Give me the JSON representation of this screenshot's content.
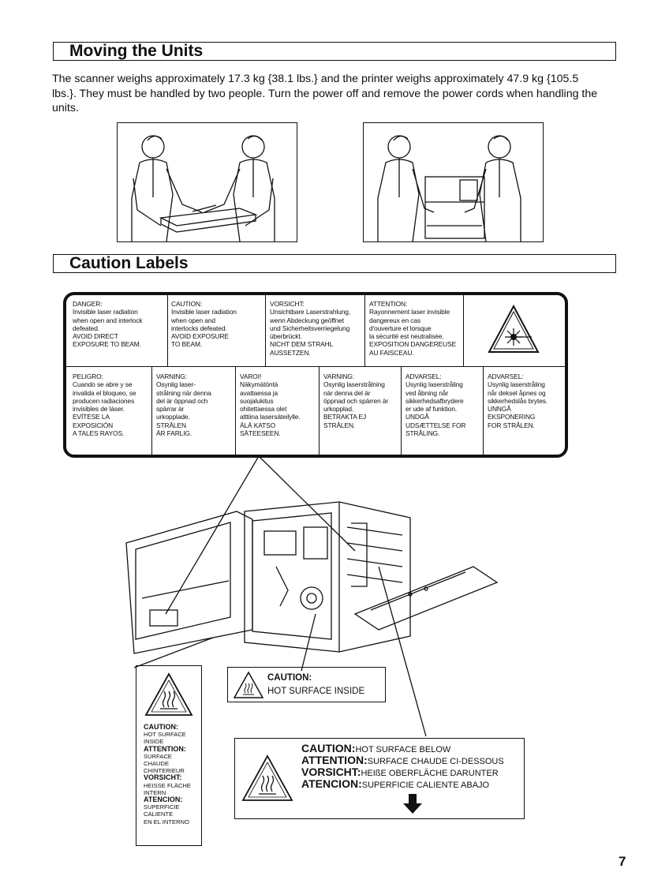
{
  "sections": {
    "moving_title": "Moving the Units",
    "moving_text": "The scanner weighs approximately 17.3 kg {38.1 lbs.} and the printer weighs approximately 47.9 kg {105.5 lbs.}. They must be handled by two people. Turn the power off and remove the power cords when handling the units.",
    "caution_title": "Caution Labels"
  },
  "laser_label": {
    "row1": [
      "DANGER:\nInvisible laser radiation\nwhen open and interlock\ndefeated.\nAVOID DIRECT\nEXPOSURE TO BEAM.",
      "CAUTION:\nInvisible laser radiation\nwhen open and\ninterlocks defeated.\nAVOID EXPOSURE\nTO BEAM.",
      "VORSICHT:\nUnsichtbare Laserstrahlung,\nwenn Abdeckung geöffnet\nund Sicherheitsverriegelung\nüberbrückt.\nNICHT DEM STRAHL\nAUSSETZEN.",
      "ATTENTION:\nRayonnement laser invisible\ndangereux en cas\nd'ouverture et lorsque\nla sécurité est neutralisée.\nEXPOSITION DANGEREUSE\nAU FAISCEAU."
    ],
    "row2": [
      "PELIGRO:\nCuando se abre y se\ninvalida el bloqueo, se\nproducen radiaciones\ninvisibles de láser.\nEVÍTESE LA\nEXPOSICIÓN\nA TALES RAYOS.",
      "VARNING:\nOsynlig laser-\nstrålning när denna\ndel är öppnad och\nspärrar är\nurkopplade.\nSTRÅLEN\nÄR FARLIG.",
      "VAROI!\nNäkymätöntä\navattaessa ja\nsuojalukitus\nohitettaessa olet\nalttiina lasersäteilylle.\nÄLÄ KATSO\nSÄTEESEEN.",
      "VARNING:\nOsynlig laserstrålning\nnär denna del är\nöppnad och spärren är\nurkopplad.\nBETRAKTA EJ\nSTRÅLEN.",
      "ADVARSEL:\nUsynlig laserstråling\nved åbning når\nsikkerhedsafbrydere\ner ude af funktion.\nUNDGÅ\nUDSÆTTELSE FOR\nSTRÅLING.",
      "ADVARSEL:\nUsynlig laserstråling\nnår deksel åpnes og\nsikkerhedslås brytes.\nUNNGÅ\nEKSPONERING\nFOR STRÅLEN."
    ]
  },
  "hot_label_small": [
    {
      "head": "CAUTION:",
      "body": "HOT SURFACE\nINSIDE"
    },
    {
      "head": "ATTENTION:",
      "body": "SURFACE\nCHAUDE\nCHINTERIEUR"
    },
    {
      "head": "VORSICHT:",
      "body": "HEISSE FLÄCHE\nINTERN"
    },
    {
      "head": "ATENCION:",
      "body": "SUPERFICIE\nCALIENTE\nEN EL INTERNO"
    }
  ],
  "hot_label_mid": {
    "head": "CAUTION:",
    "body": "HOT SURFACE INSIDE"
  },
  "hot_label_big": [
    {
      "head": "CAUTION:",
      "body": "HOT SURFACE BELOW"
    },
    {
      "head": "ATTENTION:",
      "body": "SURFACE CHAUDE CI-DESSOUS"
    },
    {
      "head": "VORSICHT:",
      "body": "HEIßE OBERFLÄCHE DARUNTER"
    },
    {
      "head": "ATENCION:",
      "body": "SUPERFICIE CALIENTE ABAJO"
    }
  ],
  "page_number": "7"
}
